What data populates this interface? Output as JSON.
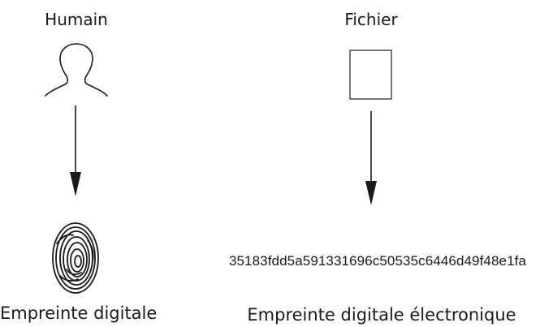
{
  "labels": {
    "human": "Humain",
    "file": "Fichier",
    "fingerprint": "Empreinte digitale",
    "digital_fingerprint": "Empreinte digitale électronique"
  },
  "hash_value": "35183fdd5a591331696c50535c6446d49f48e1fa",
  "icons": {
    "person": "person-silhouette-icon",
    "file": "file-icon",
    "fingerprint": "fingerprint-icon"
  },
  "colors": {
    "ink": "#1a1a1a",
    "background": "#ffffff"
  }
}
